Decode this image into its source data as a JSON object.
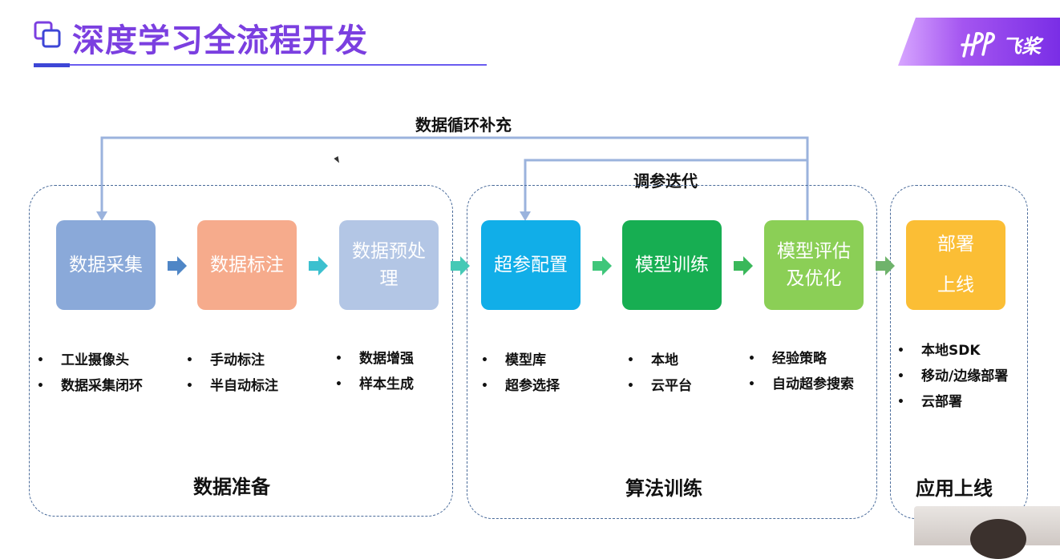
{
  "header": {
    "title": "深度学习全流程开发",
    "logo_text": "飞桨"
  },
  "loops": {
    "data_loop": "数据循环补充",
    "tuning_loop": "调参迭代"
  },
  "groups": [
    {
      "label": "数据准备",
      "steps": [
        {
          "name": "数据采集",
          "color": "#8aa9d9",
          "items": [
            "工业摄像头",
            "数据采集闭环"
          ]
        },
        {
          "name": "数据标注",
          "color": "#f6ab8c",
          "items": [
            "手动标注",
            "半自动标注"
          ]
        },
        {
          "name": "数据预处理",
          "color": "#b3c6e5",
          "items": [
            "数据增强",
            "样本生成"
          ]
        }
      ]
    },
    {
      "label": "算法训练",
      "steps": [
        {
          "name": "超参配置",
          "color": "#11aee8",
          "items": [
            "模型库",
            "超参选择"
          ]
        },
        {
          "name": "模型训练",
          "color": "#17ae52",
          "items": [
            "本地",
            "云平台"
          ]
        },
        {
          "name": "模型评估及优化",
          "color": "#8bcf56",
          "items": [
            "经验策略",
            "自动超参搜索"
          ]
        }
      ]
    },
    {
      "label": "应用上线",
      "steps": [
        {
          "name": "部署上线",
          "color": "#fbbe35",
          "items": [
            "本地SDK",
            "移动/边缘部署",
            "云部署"
          ]
        }
      ]
    }
  ],
  "colors": {
    "title": "#7b3fe0",
    "loop_line": "#9bb3dd",
    "group_border": "#4a6b9a"
  }
}
